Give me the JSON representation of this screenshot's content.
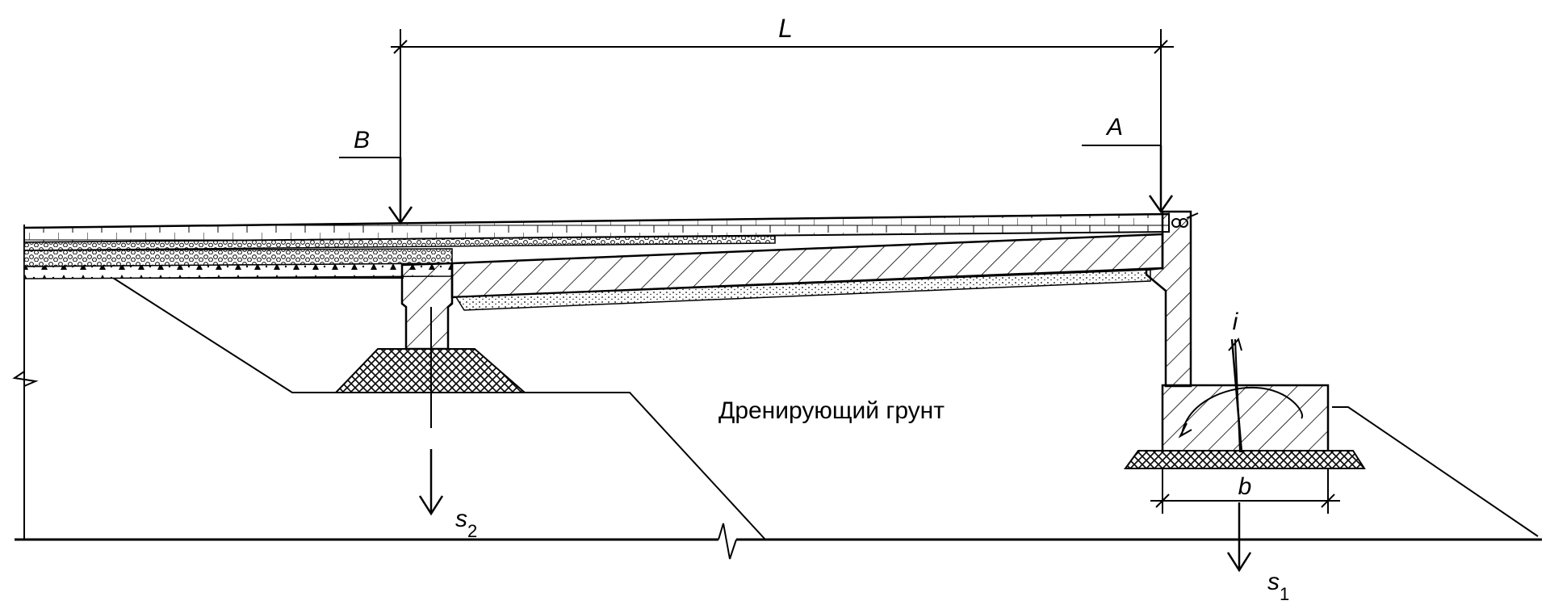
{
  "labels": {
    "span": "L",
    "section_b": "B",
    "section_a": "A",
    "slope": "i",
    "width": "b",
    "settlement_2": "s",
    "settlement_2_sub": "2",
    "settlement_1": "s",
    "settlement_1_sub": "1",
    "soil": "Дренирующий грунт"
  }
}
